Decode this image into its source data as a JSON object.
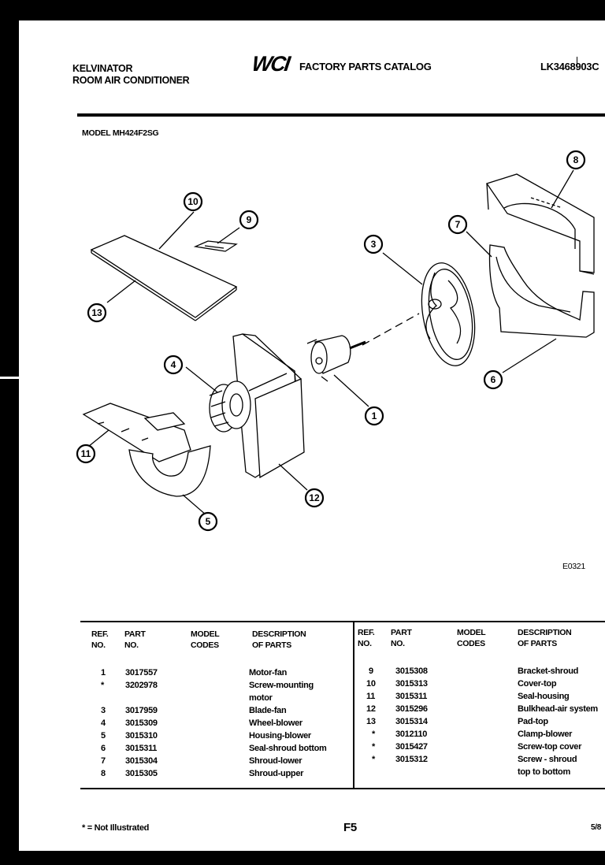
{
  "header": {
    "brand_line1": "KELVINATOR",
    "brand_line2": "ROOM AIR CONDITIONER",
    "logo": "WCI",
    "catalog": "FACTORY PARTS CATALOG",
    "catalog_code": "LK3468903C"
  },
  "model_line": "MODEL MH424F2SG",
  "diagram_code": "E0321",
  "callouts": [
    "1",
    "3",
    "4",
    "5",
    "6",
    "7",
    "8",
    "9",
    "10",
    "11",
    "12",
    "13"
  ],
  "table": {
    "headers": {
      "ref": "REF.\nNO.",
      "part": "PART\nNO.",
      "model": "MODEL\nCODES",
      "desc": "DESCRIPTION\nOF PARTS"
    },
    "left_rows": [
      {
        "ref": "1",
        "part": "3017557",
        "desc": "Motor-fan"
      },
      {
        "ref": "*",
        "part": "3202978",
        "desc": "Screw-mounting"
      },
      {
        "ref": "",
        "part": "",
        "desc": "motor"
      },
      {
        "ref": "3",
        "part": "3017959",
        "desc": "Blade-fan"
      },
      {
        "ref": "4",
        "part": "3015309",
        "desc": "Wheel-blower"
      },
      {
        "ref": "5",
        "part": "3015310",
        "desc": "Housing-blower"
      },
      {
        "ref": "6",
        "part": "3015311",
        "desc": "Seal-shroud bottom"
      },
      {
        "ref": "7",
        "part": "3015304",
        "desc": "Shroud-lower"
      },
      {
        "ref": "8",
        "part": "3015305",
        "desc": "Shroud-upper"
      }
    ],
    "right_rows": [
      {
        "ref": "9",
        "part": "3015308",
        "desc": "Bracket-shroud"
      },
      {
        "ref": "10",
        "part": "3015313",
        "desc": "Cover-top"
      },
      {
        "ref": "11",
        "part": "3015311",
        "desc": "Seal-housing"
      },
      {
        "ref": "12",
        "part": "3015296",
        "desc": "Bulkhead-air system"
      },
      {
        "ref": "13",
        "part": "3015314",
        "desc": "Pad-top"
      },
      {
        "ref": "*",
        "part": "3012110",
        "desc": "Clamp-blower"
      },
      {
        "ref": "*",
        "part": "3015427",
        "desc": "Screw-top cover"
      },
      {
        "ref": "*",
        "part": "3015312",
        "desc": "Screw - shroud"
      },
      {
        "ref": "",
        "part": "",
        "desc": "top to bottom"
      }
    ]
  },
  "footer": {
    "note": "* = Not Illustrated",
    "page": "F5",
    "page_right": "5/8"
  }
}
